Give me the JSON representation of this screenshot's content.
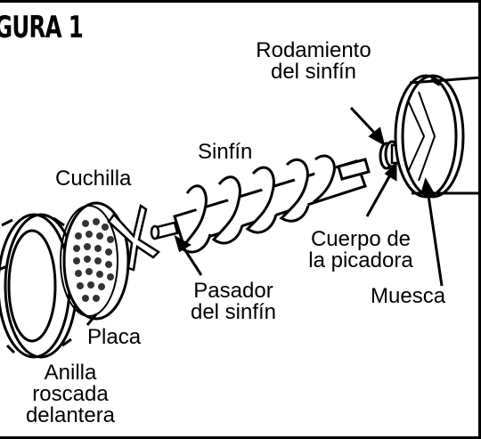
{
  "figure": {
    "title": "GURA 1",
    "labels": {
      "rodamiento_1": "Rodamiento",
      "rodamiento_2": "del sinfín",
      "sinfin": "Sinfín",
      "cuchilla": "Cuchilla",
      "cuerpo_1": "Cuerpo de",
      "cuerpo_2": "la picadora",
      "muesca": "Muesca",
      "pasador_1": "Pasador",
      "pasador_2": "del sinfín",
      "placa": "Placa",
      "anilla_1": "Anilla",
      "anilla_2": "roscada",
      "anilla_3": "delantera"
    }
  }
}
